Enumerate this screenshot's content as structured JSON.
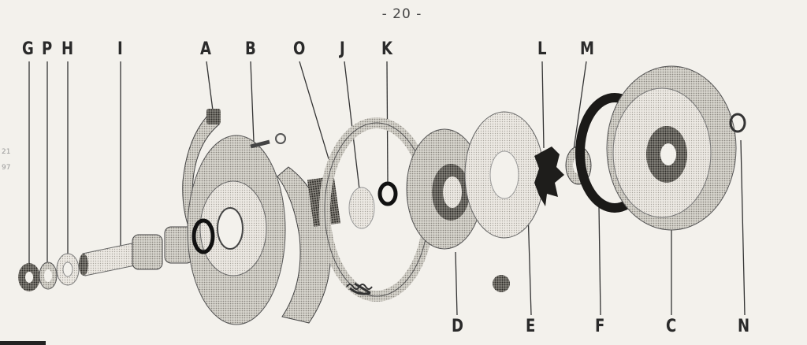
{
  "page_number": "- 20 -",
  "margin_marks": [
    "21",
    "97"
  ],
  "labels": {
    "G": "G",
    "P": "P",
    "H": "H",
    "I": "I",
    "A": "A",
    "B": "B",
    "O": "O",
    "J": "J",
    "K": "K",
    "L": "L",
    "M": "M",
    "D": "D",
    "E": "E",
    "F": "F",
    "C": "C",
    "N": "N"
  }
}
